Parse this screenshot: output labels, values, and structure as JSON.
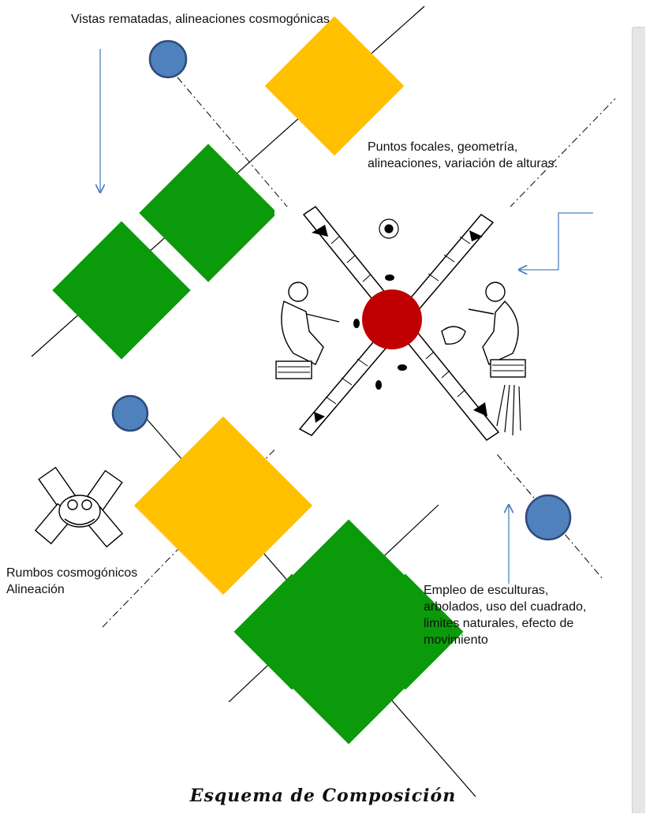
{
  "labels": {
    "top": "Vistas rematadas, alineaciones cosmogónicas",
    "focal": "Puntos focales, geometría,\nalineaciones, variación de alturas.",
    "rumbos": "Rumbos cosmogónicos\nAlineación",
    "empleo": "Empleo de esculturas,\narbolados, uso del cuadrado,\nlimites naturales, efecto de\nmovimiento"
  },
  "title": "Esquema de Composición",
  "colors": {
    "gold": "#FFC000",
    "green": "#0A9A0A",
    "blue_node": "#4F81BD",
    "blue_node_stroke": "#2E4A7A",
    "red_center": "#C00000",
    "arrow": "#4F81BD",
    "line": "#000000"
  },
  "icons": {
    "codex": "patolli-game-codex-illustration",
    "glyph": "cosmogonic-directions-glyph"
  }
}
